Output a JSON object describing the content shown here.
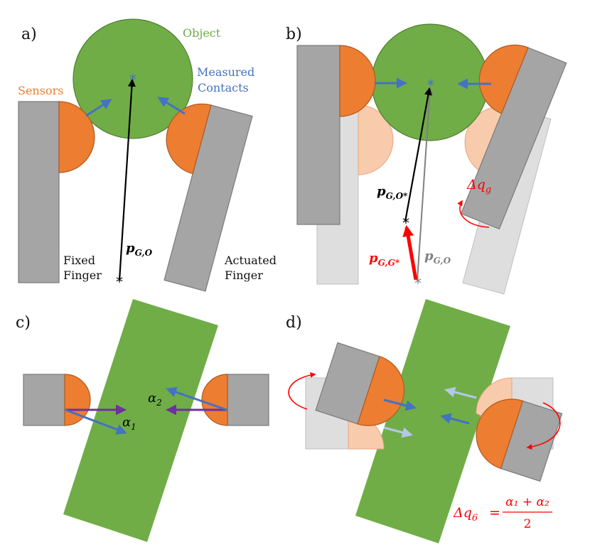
{
  "panels": {
    "a": {
      "label": "a)",
      "object_label": "Object",
      "sensors_label": "Sensors",
      "contacts_label_1": "Measured",
      "contacts_label_2": "Contacts",
      "fixed_label_1": "Fixed",
      "fixed_label_2": "Finger",
      "actuated_label_1": "Actuated",
      "actuated_label_2": "Finger",
      "vector_p": "p",
      "vector_sub": "G,O"
    },
    "b": {
      "label": "b)",
      "dq_symbol": "Δq",
      "dq_sub": "g",
      "vector_po_star": "p",
      "vector_po_star_sub": "G,O*",
      "vector_pgg_star": "p",
      "vector_pgg_star_sub": "G,G*",
      "vector_pgo": "p",
      "vector_pgo_sub": "G,O"
    },
    "c": {
      "label": "c)",
      "alpha1": "α",
      "alpha1_sub": "1",
      "alpha2": "α",
      "alpha2_sub": "2"
    },
    "d": {
      "label": "d)",
      "eq_lhs": "Δq",
      "eq_lhs_sub": "6",
      "eq_eq": "=",
      "eq_num": "α₁ + α₂",
      "eq_den": "2"
    }
  },
  "colors": {
    "object": "#70ad47",
    "object_stroke": "#507e32",
    "sensor": "#ed7d31",
    "sensor_stroke": "#ae5a21",
    "sensor_ghost": "#f8cbad",
    "finger": "#a5a5a5",
    "finger_stroke": "#7a7a7a",
    "finger_ghost": "#dedede",
    "contact_arrow": "#4472c4",
    "contact_arrow_ghost": "#b4c7e7",
    "rotation": "#ff0000",
    "purple": "#7030a0",
    "object_text": "#70ad47",
    "sensor_text": "#ed7d31",
    "contact_text": "#4472c4"
  }
}
